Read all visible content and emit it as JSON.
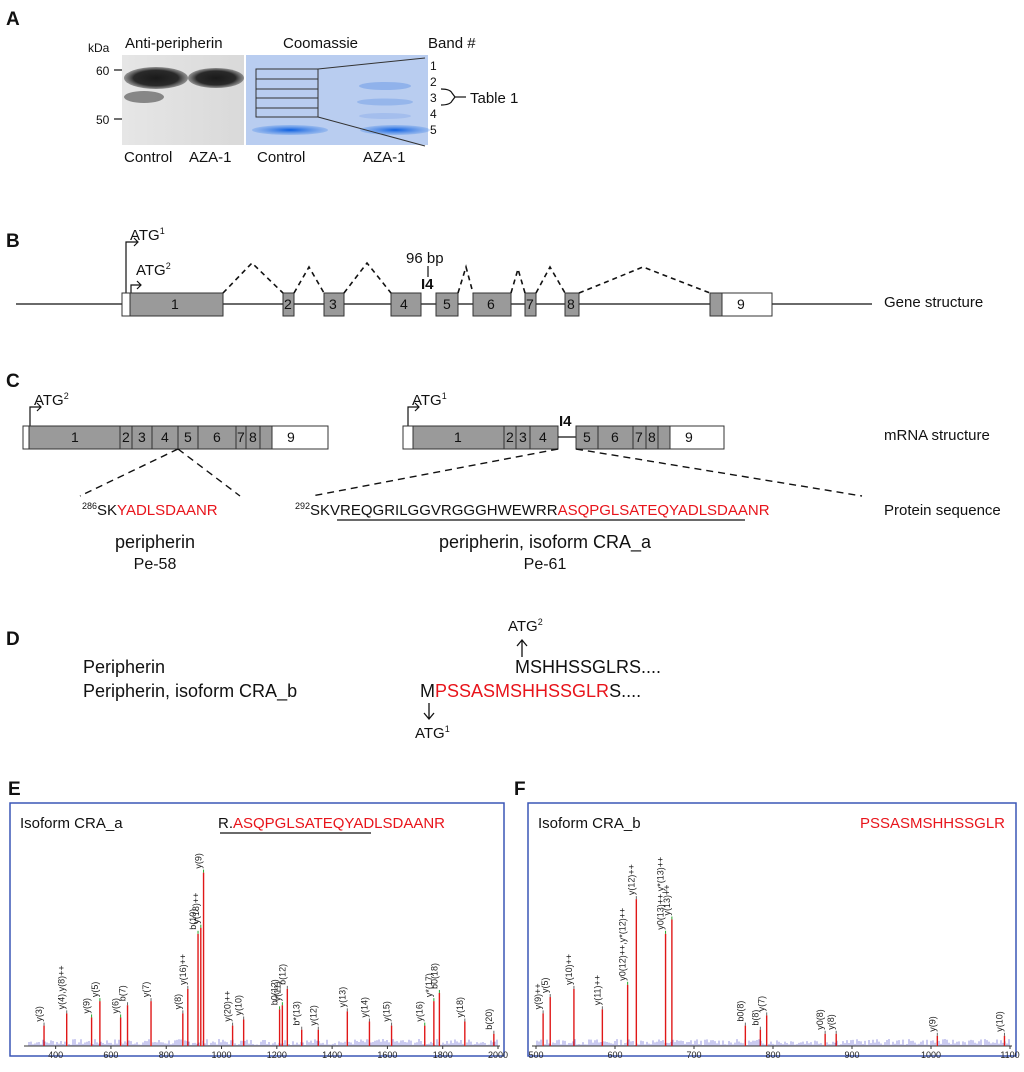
{
  "panels": {
    "A": {
      "letter": "A",
      "kda": "kDa",
      "marker_60": "60",
      "marker_50": "50",
      "blot_title": "Anti-peripherin",
      "coomassie_title": "Coomassie",
      "band_header": "Band #",
      "bands": [
        "1",
        "2",
        "3",
        "4",
        "5"
      ],
      "table_ref": "Table 1",
      "blot_lanes": [
        "Control",
        "AZA-1"
      ],
      "coomassie_lanes": [
        "Control",
        "AZA-1"
      ]
    },
    "B": {
      "letter": "B",
      "atg1": "ATG",
      "atg1_sup": "1",
      "atg2": "ATG",
      "atg2_sup": "2",
      "insert_size": "96 bp",
      "insert_label": "I4",
      "exons": [
        "1",
        "2",
        "3",
        "4",
        "5",
        "6",
        "7",
        "8",
        "9"
      ],
      "row_label": "Gene structure"
    },
    "C": {
      "letter": "C",
      "left_atg": "ATG",
      "left_atg_sup": "2",
      "right_atg": "ATG",
      "right_atg_sup": "1",
      "insert_label": "I4",
      "left_exons": [
        "1",
        "2",
        "3",
        "4",
        "5",
        "6",
        "7",
        "8",
        "9"
      ],
      "right_exons": [
        "1",
        "2",
        "3",
        "4",
        "5",
        "6",
        "7",
        "8",
        "9"
      ],
      "mrna_label": "mRNA structure",
      "protein_label": "Protein sequence",
      "left_seq_sup": "286",
      "left_seq_black": "SK",
      "left_seq_red": "YADLSDAANR",
      "right_seq_sup": "292",
      "right_seq_black": "SKVREQGRILGGVRGGGHWEWRR",
      "right_seq_red": "ASQPGLSATEQYADLSDAANR",
      "left_name": "peripherin",
      "left_id": "Pe-58",
      "right_name": "peripherin, isoform CRA_a",
      "right_id": "Pe-61"
    },
    "D": {
      "letter": "D",
      "row1_name": "Peripherin",
      "row2_name": "Peripherin, isoform CRA_b",
      "row1_seq": "MSHHSSGLRS....",
      "row2_m": "M",
      "row2_red": "PSSASMSHHSSGLR",
      "row2_tail": "S....",
      "atg_top": "ATG",
      "atg_top_sup": "2",
      "atg_bottom": "ATG",
      "atg_bottom_sup": "1"
    },
    "E": {
      "letter": "E",
      "title": "Isoform CRA_a",
      "peptide_prefix": "R.",
      "peptide": "ASQPGLSATEQYADLSDAANR"
    },
    "F": {
      "letter": "F",
      "title": "Isoform CRA_b",
      "peptide": "PSSASMSHHSSGLR"
    }
  },
  "colors": {
    "red": "#e8141b",
    "exon_gray": "#9a9a9a",
    "frame_blue": "#3a56b5",
    "coomassie_bg": "#b9cdf0",
    "coomassie_band": "#1f6fe0",
    "peak_red": "#e01818",
    "peak_green": "#22a52a"
  },
  "chart_data": [
    {
      "type": "bar",
      "panel": "E",
      "xlim": [
        300,
        2000
      ],
      "xticks": [
        400,
        600,
        800,
        1000,
        1200,
        1400,
        1600,
        1800,
        2000
      ],
      "peaks": [
        {
          "x": 358,
          "h": 0.1,
          "label": "y(3)",
          "ann": "black"
        },
        {
          "x": 440,
          "h": 0.16,
          "label": "y(4),y(8)++",
          "ann": "black"
        },
        {
          "x": 530,
          "h": 0.14,
          "label": "y(9)",
          "ann": "green"
        },
        {
          "x": 560,
          "h": 0.22,
          "label": "y(5)",
          "ann": "green"
        },
        {
          "x": 635,
          "h": 0.14,
          "label": "y(6)",
          "ann": "green"
        },
        {
          "x": 660,
          "h": 0.2,
          "label": "b(7)",
          "ann": "black"
        },
        {
          "x": 745,
          "h": 0.22,
          "label": "y(7)",
          "ann": "black"
        },
        {
          "x": 860,
          "h": 0.16,
          "label": "y(8)",
          "ann": "black"
        },
        {
          "x": 878,
          "h": 0.28,
          "label": "y(16)++",
          "ann": "black"
        },
        {
          "x": 915,
          "h": 0.55,
          "label": "b(10)",
          "ann": "green"
        },
        {
          "x": 925,
          "h": 0.58,
          "label": "y(18)++",
          "ann": "green"
        },
        {
          "x": 935,
          "h": 0.85,
          "label": "y(9)",
          "ann": "green"
        },
        {
          "x": 1040,
          "h": 0.1,
          "label": "y(20)++",
          "ann": "black"
        },
        {
          "x": 1080,
          "h": 0.13,
          "label": "y(10)",
          "ann": "black"
        },
        {
          "x": 1210,
          "h": 0.18,
          "label": "b0(12)",
          "ann": "green"
        },
        {
          "x": 1220,
          "h": 0.2,
          "label": "y(11)",
          "ann": "green"
        },
        {
          "x": 1238,
          "h": 0.28,
          "label": "b(12)",
          "ann": "black"
        },
        {
          "x": 1290,
          "h": 0.08,
          "label": "b*(13)",
          "ann": "black"
        },
        {
          "x": 1350,
          "h": 0.08,
          "label": "y(12)",
          "ann": "black"
        },
        {
          "x": 1455,
          "h": 0.17,
          "label": "y(13)",
          "ann": "black"
        },
        {
          "x": 1535,
          "h": 0.12,
          "label": "y(14)",
          "ann": "black"
        },
        {
          "x": 1615,
          "h": 0.1,
          "label": "y(15)",
          "ann": "black"
        },
        {
          "x": 1735,
          "h": 0.1,
          "label": "y(16)",
          "ann": "green"
        },
        {
          "x": 1768,
          "h": 0.22,
          "label": "y*(17)",
          "ann": "green"
        },
        {
          "x": 1788,
          "h": 0.26,
          "label": "b0(18)",
          "ann": "green"
        },
        {
          "x": 1880,
          "h": 0.12,
          "label": "y(18)",
          "ann": "black"
        },
        {
          "x": 1985,
          "h": 0.06,
          "label": "b(20)",
          "ann": "black"
        }
      ]
    },
    {
      "type": "bar",
      "panel": "F",
      "xlim": [
        500,
        1100
      ],
      "xticks": [
        500,
        600,
        700,
        800,
        900,
        1000,
        1100
      ],
      "peaks": [
        {
          "x": 509,
          "h": 0.16,
          "label": "y(9)++",
          "ann": "black"
        },
        {
          "x": 518,
          "h": 0.24,
          "label": "y(5)",
          "ann": "black"
        },
        {
          "x": 548,
          "h": 0.28,
          "label": "y(10)++",
          "ann": "black"
        },
        {
          "x": 584,
          "h": 0.18,
          "label": "y(11)++",
          "ann": "black"
        },
        {
          "x": 616,
          "h": 0.3,
          "label": "y0(12)++,y*(12)++",
          "ann": "green"
        },
        {
          "x": 627,
          "h": 0.72,
          "label": "y(12)++",
          "ann": "black"
        },
        {
          "x": 664,
          "h": 0.55,
          "label": "y0(13)++,y*(13)++",
          "ann": "green"
        },
        {
          "x": 672,
          "h": 0.62,
          "label": "y(13)++",
          "ann": "green"
        },
        {
          "x": 765,
          "h": 0.1,
          "label": "b0(8)",
          "ann": "black"
        },
        {
          "x": 784,
          "h": 0.08,
          "label": "b(8)",
          "ann": "black"
        },
        {
          "x": 792,
          "h": 0.15,
          "label": "y(7)",
          "ann": "black"
        },
        {
          "x": 866,
          "h": 0.06,
          "label": "y0(8)",
          "ann": "black"
        },
        {
          "x": 880,
          "h": 0.06,
          "label": "y(8)",
          "ann": "black"
        },
        {
          "x": 1008,
          "h": 0.05,
          "label": "y(9)",
          "ann": "black"
        },
        {
          "x": 1093,
          "h": 0.05,
          "label": "y(10)",
          "ann": "black"
        }
      ]
    }
  ]
}
